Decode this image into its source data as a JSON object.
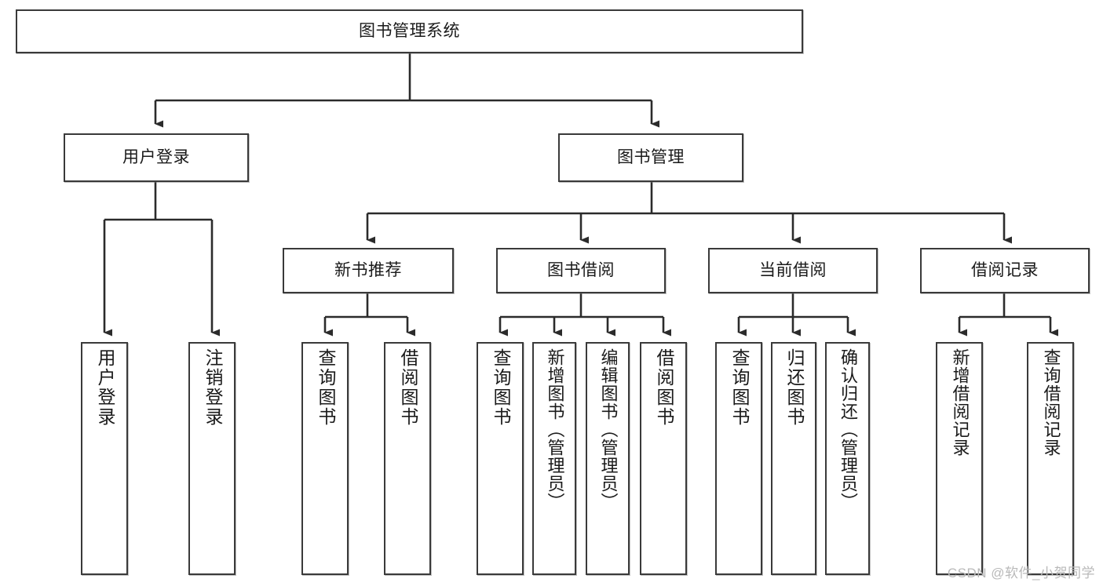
{
  "diagram": {
    "title": "图书管理系统",
    "type": "hierarchy-tree",
    "watermark": "CSDN @软件_小贺同学",
    "colors": {
      "box_border": "#3a3a3a",
      "box_fill": "#ffffff",
      "edge": "#2b2b2b",
      "text": "#1a1a1a",
      "watermark": "#b9b9b9"
    },
    "levels": {
      "root": {
        "label": "图书管理系统"
      },
      "level2": [
        {
          "label": "用户登录"
        },
        {
          "label": "图书管理"
        }
      ],
      "level3": [
        {
          "label": "新书推荐"
        },
        {
          "label": "图书借阅"
        },
        {
          "label": "当前借阅"
        },
        {
          "label": "借阅记录"
        }
      ],
      "leaves": {
        "user_login": [
          {
            "label": "用户登录"
          },
          {
            "label": "注销登录"
          }
        ],
        "new_book_recommend": [
          {
            "label": "查询图书"
          },
          {
            "label": "借阅图书"
          }
        ],
        "book_borrow": [
          {
            "label": "查询图书"
          },
          {
            "label": "新增图书（管理员）"
          },
          {
            "label": "编辑图书（管理员）"
          },
          {
            "label": "借阅图书"
          }
        ],
        "current_borrow": [
          {
            "label": "查询图书"
          },
          {
            "label": "归还图书"
          },
          {
            "label": "确认归还（管理员）"
          }
        ],
        "borrow_record": [
          {
            "label": "新增借阅记录"
          },
          {
            "label": "查询借阅记录"
          }
        ]
      }
    }
  }
}
